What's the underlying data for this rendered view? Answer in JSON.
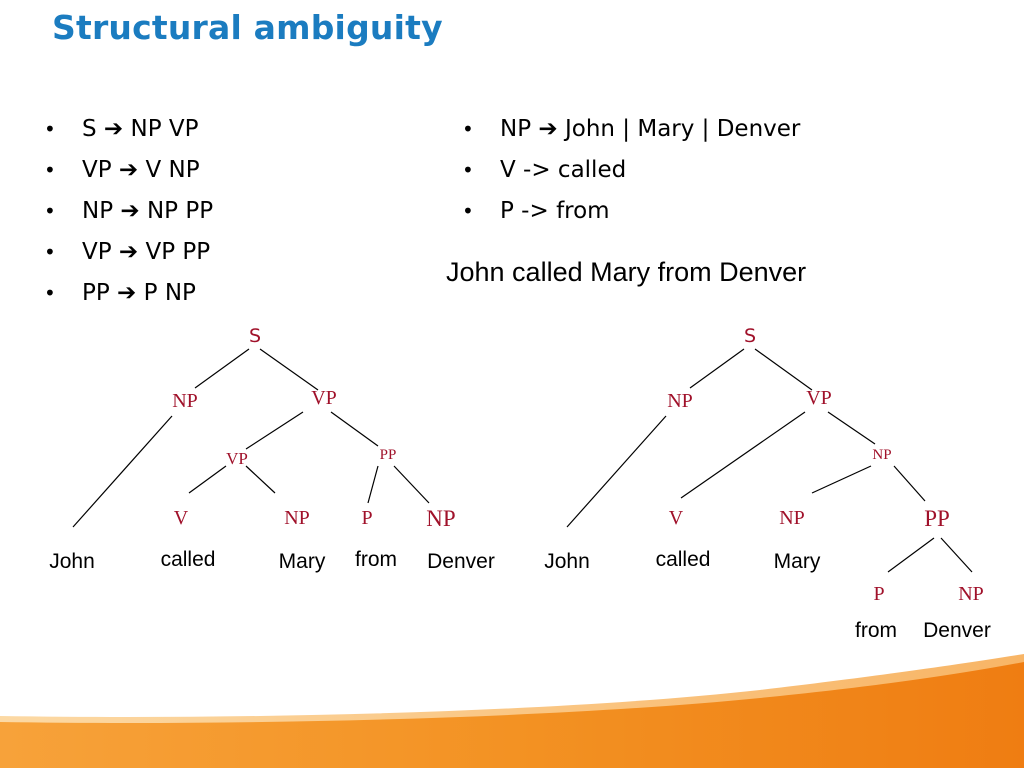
{
  "slide": {
    "title": "Structural ambiguity",
    "rules_left": [
      "S ➔ NP VP",
      "VP ➔ V NP",
      "NP ➔ NP PP",
      "VP ➔ VP PP",
      "PP ➔ P NP"
    ],
    "rules_right": [
      "NP ➔ John | Mary | Denver",
      "V -> called",
      "P -> from"
    ],
    "sentence": "John called Mary from Denver"
  },
  "trees": {
    "left": {
      "labels": [
        "S",
        "NP",
        "VP",
        "VP",
        "PP",
        "V",
        "NP",
        "P",
        "NP"
      ],
      "words": [
        "John",
        "called",
        "Mary",
        "from",
        "Denver"
      ]
    },
    "right": {
      "labels": [
        "S",
        "NP",
        "VP",
        "NP",
        "V",
        "NP",
        "PP",
        "P",
        "NP"
      ],
      "words": [
        "John",
        "called",
        "Mary",
        "from",
        "Denver"
      ]
    }
  },
  "colors": {
    "title": "#1b7cc0",
    "category": "#a0112a",
    "footer_orange": "#f28a1c"
  }
}
